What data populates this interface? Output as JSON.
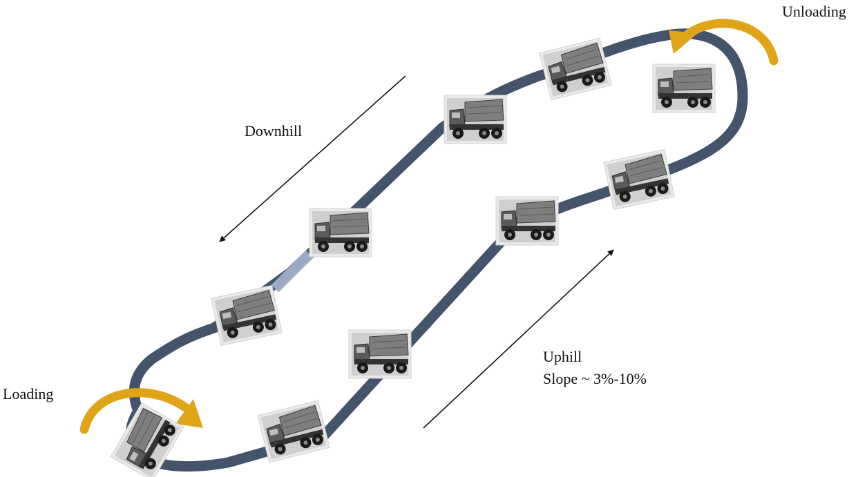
{
  "labels": {
    "unloading": "Unloading",
    "downhill": "Downhill",
    "loading": "Loading",
    "uphill": "Uphill",
    "slope": "Slope ~ 3%-10%"
  },
  "colors": {
    "road": "#44546b",
    "road_highlight": "#9aabc4",
    "turn_arrow": "#e0a419",
    "direction_arrow": "#111111"
  },
  "icons": {
    "truck": "dump-truck-icon",
    "turn": "curved-arrow-icon"
  }
}
